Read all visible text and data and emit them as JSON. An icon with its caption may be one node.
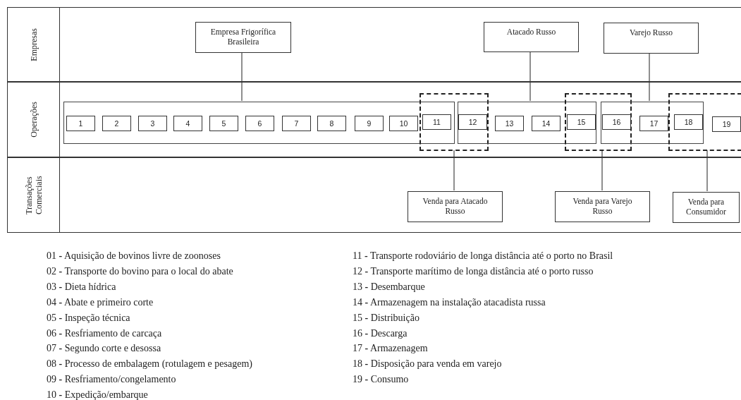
{
  "diagram": {
    "nodes": [
      {
        "text": [
          "Empresas"
        ]
      },
      {
        "text": [
          "Empresa Frigorífica Brasileira"
        ],
        "in": 0
      },
      {
        "text": [
          "Atacado Russo"
        ],
        "in": 0
      },
      {
        "text": [
          "Varejo Russo"
        ],
        "in": 0
      },
      {
        "text": [
          "Operações"
        ]
      },
      {
        "text": [],
        "shape": "box",
        "in": 4
      },
      {
        "text": [
          "1"
        ],
        "in": 5
      },
      {
        "text": [
          "2"
        ],
        "in": 5
      },
      {
        "text": [
          "3"
        ],
        "in": 5
      },
      {
        "text": [
          "4"
        ],
        "in": 5
      },
      {
        "text": [
          "5"
        ],
        "in": 5
      },
      {
        "text": [
          "6"
        ],
        "in": 5
      },
      {
        "text": [
          "7"
        ],
        "in": 5
      },
      {
        "text": [
          "8"
        ],
        "in": 5
      },
      {
        "text": [
          "9"
        ],
        "in": 5
      },
      {
        "text": [
          "10"
        ],
        "in": 5
      },
      {
        "text": [],
        "shape": "box",
        "in": 4
      },
      {
        "text": [
          "11"
        ]
      },
      {
        "text": [],
        "shape": "box",
        "in": 4
      },
      {
        "text": [
          "12"
        ]
      },
      {
        "text": [
          "13"
        ],
        "in": 18
      },
      {
        "text": [
          "14"
        ],
        "in": 18
      },
      {
        "text": [],
        "shape": "box",
        "in": 4
      },
      {
        "text": [
          "15"
        ]
      },
      {
        "text": [],
        "shape": "box",
        "in": 4
      },
      {
        "text": [
          "16"
        ]
      },
      {
        "text": [
          "17"
        ],
        "in": 24
      },
      {
        "text": [],
        "shape": "box",
        "in": 4
      },
      {
        "text": [
          "18"
        ]
      },
      {
        "text": [
          "19"
        ],
        "in": 27
      },
      {
        "text": [
          "Transações Comerciais"
        ]
      },
      {
        "text": [
          "Venda para Atacado Russo"
        ],
        "in": 30
      },
      {
        "text": [
          "Venda para Varejo Russo"
        ],
        "in": 30
      },
      {
        "text": [
          "Venda para Consumidor"
        ],
        "in": 30
      }
    ],
    "edges": [
      {
        "from": 1,
        "to": 5,
        "arrow": "none"
      },
      {
        "from": 2,
        "to": 18,
        "arrow": "none"
      },
      {
        "from": 3,
        "to": 24,
        "arrow": "none"
      },
      {
        "from": 16,
        "to": 31,
        "arrow": "none"
      },
      {
        "from": 22,
        "to": 32,
        "arrow": "none"
      },
      {
        "from": 27,
        "to": 33,
        "arrow": "none"
      }
    ],
    "labels": [
      "01 **-** Aquisição de bovinos livre de zoonoses",
      "02 **-** Transporte do bovino para o local do abate",
      "03 **-** Dieta hídrica",
      "04 **-** Abate e primeiro corte",
      "05 **-** Inspeção técnica",
      "06 **-** Resfriamento de carcaça",
      "07 **-** Segundo corte e desossa",
      "08 **-** Processo de embalagem (rotulagem e pesagem)",
      "09 **-** Resfriamento/congelamento",
      "10 **-** Expedição/embarque",
      "11 **-** Transporte rodoviário de longa distância até o porto no Brasil",
      "12 **-** Transporte marítimo de longa distância até o porto russo",
      "13 **-** Desembarque",
      "14 **-** Armazenagem na instalação atacadista russa",
      "15 **-** Distribuição",
      "16 **-** Descarga",
      "17 **-** Armazenagem",
      "18 **-** Disposição para venda em varejo",
      "19 **-** Consumo"
    ]
  }
}
